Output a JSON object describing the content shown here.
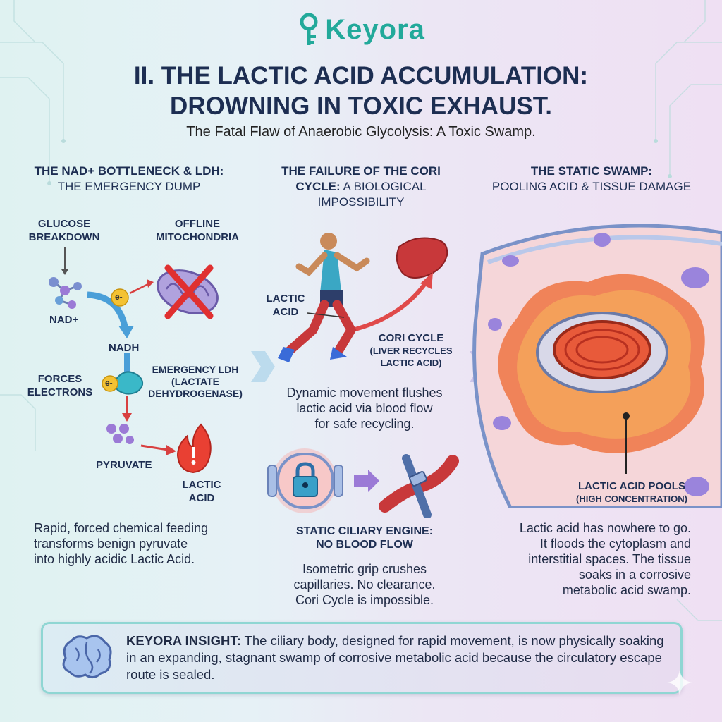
{
  "logo": {
    "text": "Keyora"
  },
  "title": {
    "line1": "II. THE LACTIC ACID ACCUMULATION:",
    "line2": "DROWNING IN TOXIC EXHAUST."
  },
  "subtitle": "The Fatal Flaw of Anaerobic Glycolysis: A Toxic Swamp.",
  "col1": {
    "heading_bold": "THE NAD+ BOTTLENECK & LDH:",
    "heading_rest": "THE EMERGENCY DUMP",
    "glucose": [
      "GLUCOSE",
      "BREAKDOWN"
    ],
    "mito": [
      "OFFLINE",
      "MITOCHONDRIA"
    ],
    "electron": "e-",
    "nad": "NAD+",
    "nadh": "NADH",
    "forces": [
      "FORCES",
      "ELECTRONS"
    ],
    "ldh": [
      "EMERGENCY LDH",
      "(LACTATE",
      "DEHYDROGENASE)"
    ],
    "pyruvate": "PYRUVATE",
    "lactic": [
      "LACTIC",
      "ACID"
    ],
    "body": [
      "Rapid, forced chemical feeding",
      "transforms benign pyruvate",
      "into highly acidic Lactic Acid."
    ]
  },
  "col2": {
    "heading_bold1": "THE FAILURE OF THE CORI",
    "heading_bold2": "CYCLE:",
    "heading_rest2": " A BIOLOGICAL",
    "heading_rest3": "IMPOSSIBILITY",
    "lactic": [
      "LACTIC",
      "ACID"
    ],
    "cori": [
      "CORI CYCLE",
      "(LIVER RECYCLES",
      "LACTIC ACID)"
    ],
    "dynamic": [
      "Dynamic movement flushes",
      "lactic acid via blood flow",
      "for safe recycling."
    ],
    "static_head": [
      "STATIC CILIARY ENGINE:",
      "NO BLOOD FLOW"
    ],
    "static_body": [
      "Isometric grip crushes",
      "capillaries. No clearance.",
      "Cori Cycle is impossible."
    ]
  },
  "col3": {
    "heading_bold": "THE STATIC SWAMP:",
    "heading_rest": "POOLING ACID & TISSUE DAMAGE",
    "pools": [
      "LACTIC ACID POOLS",
      "(HIGH CONCENTRATION)"
    ],
    "body": [
      "Lactic acid has nowhere to go.",
      "It floods the cytoplasm and",
      "interstitial spaces. The tissue",
      "soaks in a corrosive",
      "metabolic acid swamp."
    ]
  },
  "insight": {
    "label": "KEYORA INSIGHT:",
    "text": " The ciliary body, designed for rapid movement, is now physically soaking in an expanding, stagnant swamp of corrosive metabolic acid because the circulatory escape route is sealed."
  }
}
